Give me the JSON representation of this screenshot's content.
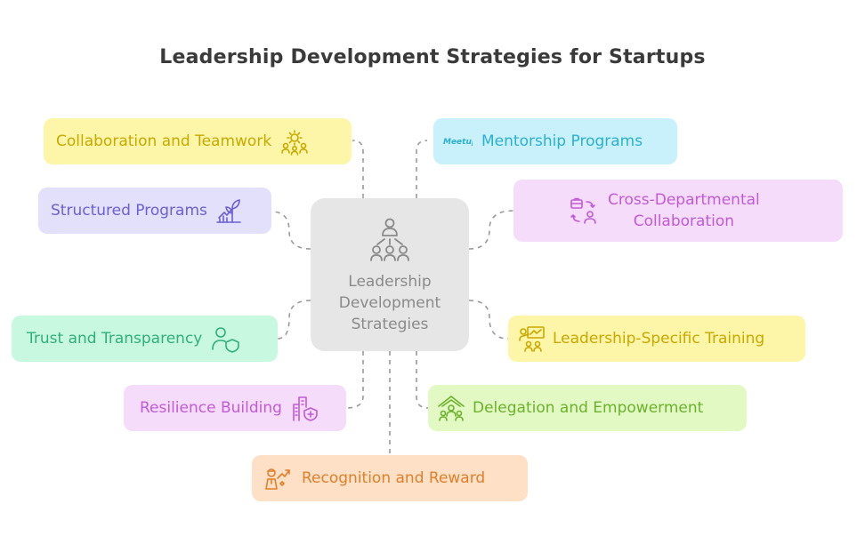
{
  "title": "Leadership Development Strategies for Startups",
  "center": {
    "label_lines": [
      "Leadership",
      "Development",
      "Strategies"
    ],
    "icon": "leader-group-icon",
    "color": "#8a8a8a",
    "background": "#e6e6e6"
  },
  "branches": [
    {
      "label": "Collaboration and Teamwork",
      "icon": "team-gear-icon",
      "background": "#fdf5a8",
      "color": "#c9a800"
    },
    {
      "label": "Mentorship Programs",
      "icon": "meetup-logo-icon",
      "background": "#c9f1fb",
      "color": "#2bb0d4"
    },
    {
      "label": "Structured Programs",
      "icon": "growth-plant-icon",
      "background": "#e2e0fb",
      "color": "#6b5fd4"
    },
    {
      "label_lines": [
        "Cross-Departmental",
        "Collaboration"
      ],
      "icon": "exchange-icon",
      "background": "#f6dcfb",
      "color": "#c05ad8"
    },
    {
      "label": "Trust and Transparency",
      "icon": "user-shield-icon",
      "background": "#c9f8e0",
      "color": "#2fb07a"
    },
    {
      "label": "Leadership-Specific Training",
      "icon": "presentation-icon",
      "background": "#fdf5a8",
      "color": "#c9a800"
    },
    {
      "label": "Resilience Building",
      "icon": "building-shield-icon",
      "background": "#f6dcfb",
      "color": "#c05ad8"
    },
    {
      "label": "Delegation and Empowerment",
      "icon": "team-pyramid-icon",
      "background": "#e2f9c4",
      "color": "#6bb22c"
    },
    {
      "label": "Recognition and Reward",
      "icon": "achievement-icon",
      "background": "#fde0c6",
      "color": "#e07f2a"
    }
  ],
  "meetup_text": "Meetup"
}
